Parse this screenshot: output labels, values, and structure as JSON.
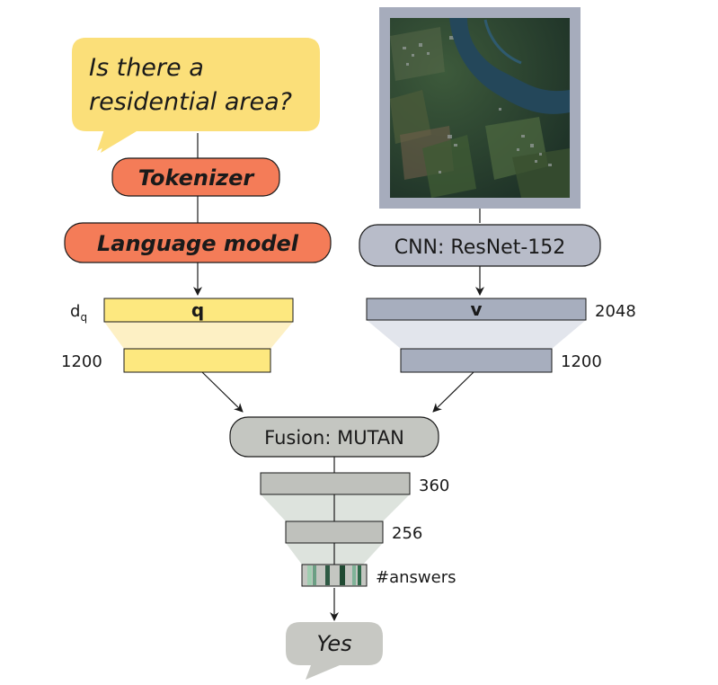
{
  "question": {
    "line1": "Is there a",
    "line2": "residential area?"
  },
  "tokenizer": {
    "label": "Tokenizer"
  },
  "language_model": {
    "label": "Language model"
  },
  "cnn": {
    "label": "CNN: ResNet-152"
  },
  "text_branch": {
    "vector_label": "q",
    "dim_symbol": "d",
    "dim_subscript": "q",
    "reduced_dim": "1200"
  },
  "image_branch": {
    "vector_label": "v",
    "dim": "2048",
    "reduced_dim": "1200"
  },
  "fusion": {
    "label": "Fusion: MUTAN"
  },
  "mlp": {
    "layer1_dim": "360",
    "layer2_dim": "256",
    "output_label": "#answers"
  },
  "answer": {
    "label": "Yes"
  },
  "colors": {
    "question_bubble": "#fbdf79",
    "orange_box": "#f47c58",
    "slate_box": "#b8bcc9",
    "text_vector": "#fde87f",
    "image_vector": "#a7aebe",
    "gray_box": "#c4c6c1",
    "answer_bubble": "#c7c8c3",
    "frame": "#a6acbc"
  }
}
